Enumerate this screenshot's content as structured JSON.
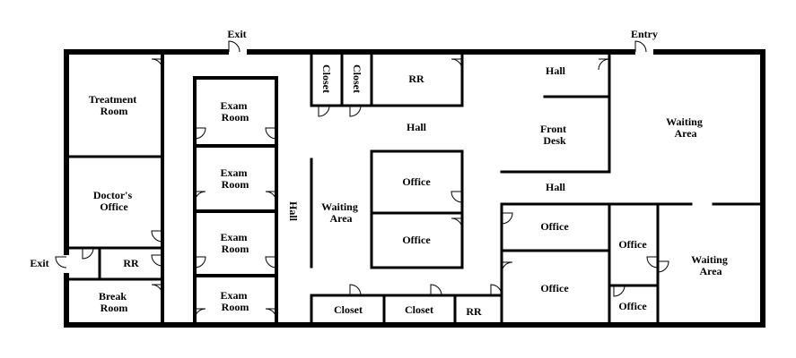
{
  "exits": {
    "top": "Exit",
    "left": "Exit",
    "entry": "Entry"
  },
  "rooms": {
    "treatment_room": [
      "Treatment",
      "Room"
    ],
    "doctors_office": [
      "Doctor's",
      "Office"
    ],
    "rr_left": "RR",
    "break_room": [
      "Break",
      "Room"
    ],
    "exam_room_1": [
      "Exam",
      "Room"
    ],
    "exam_room_2": [
      "Exam",
      "Room"
    ],
    "exam_room_3": [
      "Exam",
      "Room"
    ],
    "exam_room_4": [
      "Exam",
      "Room"
    ],
    "hall_vertical": "Hall",
    "closet_top_1": "Closet",
    "closet_top_2": "Closet",
    "rr_top": "RR",
    "hall_center": "Hall",
    "waiting_area_center": [
      "Waiting",
      "Area"
    ],
    "office_center_top": "Office",
    "office_center_bottom": "Office",
    "closet_bottom_1": "Closet",
    "closet_bottom_2": "Closet",
    "rr_bottom": "RR",
    "hall_top_right": "Hall",
    "front_desk": [
      "Front",
      "Desk"
    ],
    "hall_right": "Hall",
    "waiting_area_top_right": [
      "Waiting",
      "Area"
    ],
    "office_right_1": "Office",
    "office_right_2": "Office",
    "office_small_1": "Office",
    "office_small_2": "Office",
    "waiting_area_bottom_right": [
      "Waiting",
      "Area"
    ]
  }
}
